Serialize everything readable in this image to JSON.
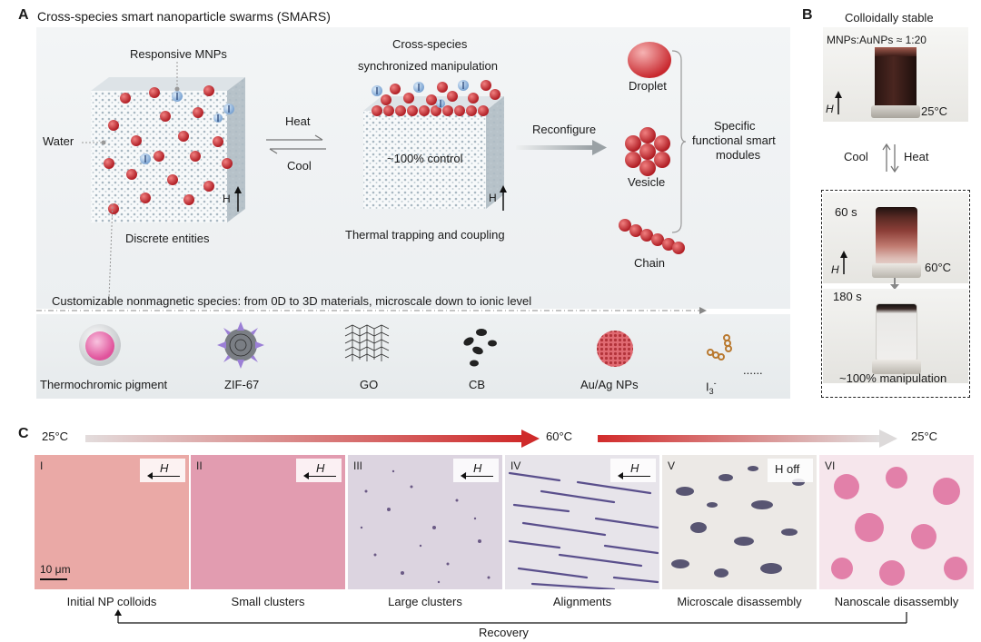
{
  "panel_a": {
    "letter": "A",
    "title": "Cross-species smart nanoparticle swarms (SMARS)",
    "responsive_mnps": "Responsive MNPs",
    "water": "Water",
    "discrete": "Discrete entities",
    "heat": "Heat",
    "cool": "Cool",
    "cross_species_1": "Cross-species",
    "cross_species_2": "synchronized manipulation",
    "control": "~100% control",
    "thermal": "Thermal trapping and coupling",
    "reconfigure": "Reconfigure",
    "droplet": "Droplet",
    "vesicle": "Vesicle",
    "chain": "Chain",
    "specific_1": "Specific",
    "specific_2": "functional smart",
    "specific_3": "modules",
    "h_label": "H",
    "customizable": "Customizable nonmagnetic species: from 0D to 3D materials, microscale down to ionic level",
    "species": [
      "Thermochromic pigment",
      "ZIF-67",
      "GO",
      "CB",
      "Au/Ag NPs",
      "I",
      "......"
    ],
    "iodide_sub": "3",
    "iodide_sup": "-"
  },
  "panel_b": {
    "letter": "B",
    "title": "Colloidally stable",
    "ratio": "MNPs:AuNPs ≈ 1:20",
    "temp1": "25°C",
    "cool": "Cool",
    "heat": "Heat",
    "t60": "60 s",
    "temp2": "60°C",
    "t180": "180 s",
    "manip": "~100% manipulation",
    "h_label": "H"
  },
  "panel_c": {
    "letter": "C",
    "temp_start": "25°C",
    "temp_mid": "60°C",
    "temp_end": "25°C",
    "panels": [
      {
        "num": "I",
        "caption": "Initial NP colloids",
        "field": "H"
      },
      {
        "num": "II",
        "caption": "Small clusters",
        "field": "H"
      },
      {
        "num": "III",
        "caption": "Large clusters",
        "field": "H"
      },
      {
        "num": "IV",
        "caption": "Alignments",
        "field": "H"
      },
      {
        "num": "V",
        "caption": "Microscale disassembly",
        "field": "H off"
      },
      {
        "num": "VI",
        "caption": "Nanoscale disassembly",
        "field": ""
      }
    ],
    "scale": "10 μm",
    "recovery": "Recovery"
  },
  "colors": {
    "particle_red": "#c8282e",
    "particle_blue": "#8fb6e0",
    "arrow_red": "#d32f2f",
    "micrograph_pink": "#eaa6a6"
  }
}
